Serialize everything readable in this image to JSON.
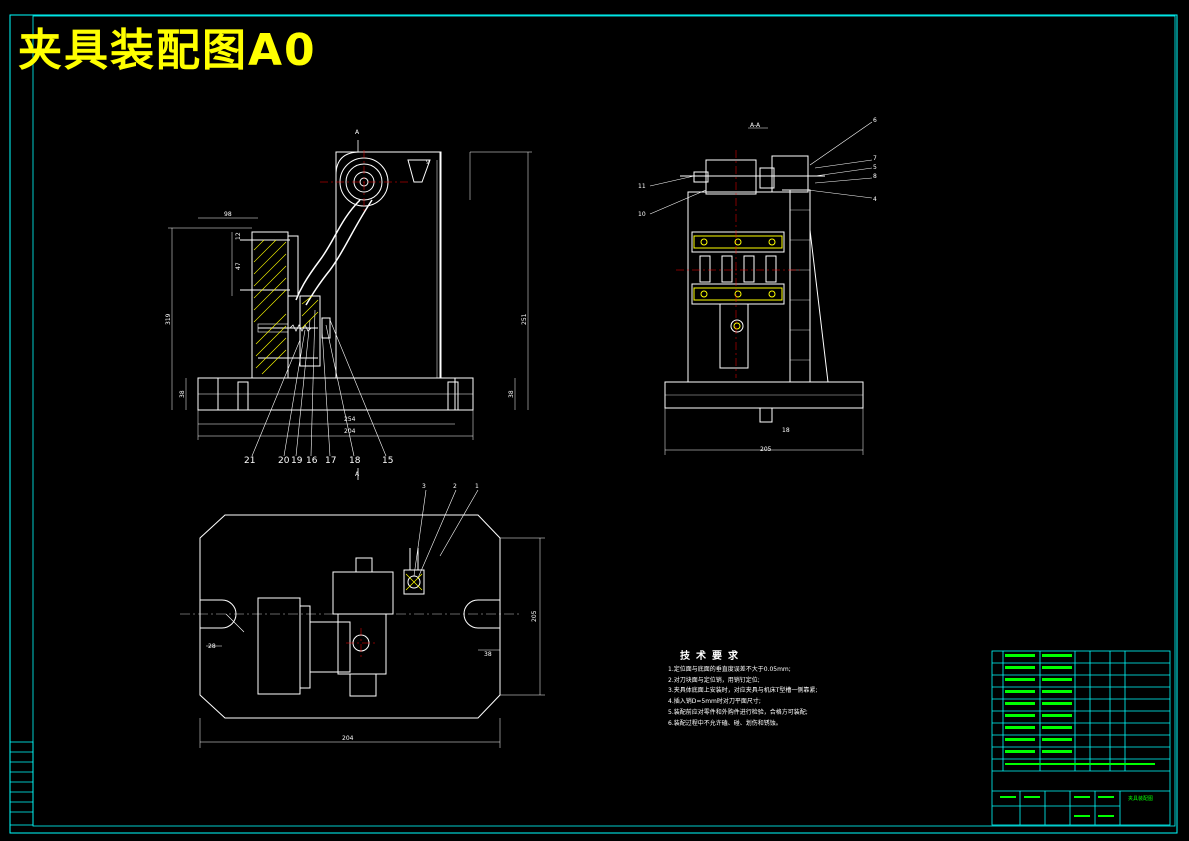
{
  "sheet": {
    "title": "夹具装配图A0",
    "section_label": "A-A",
    "view_marker": "A"
  },
  "callouts": {
    "front_view": [
      "21",
      "20",
      "19",
      "16",
      "17",
      "18",
      "15"
    ],
    "top_view": [
      "3",
      "2",
      "1"
    ],
    "side_view": [
      "6",
      "7",
      "5",
      "8",
      "4",
      "11",
      "10"
    ]
  },
  "dimensions": {
    "front_view": [
      "98",
      "12",
      "47",
      "319",
      "251",
      "38",
      "38",
      "254",
      "204",
      "9"
    ],
    "side_view": [
      "205",
      "18"
    ],
    "top_view": [
      "205",
      "28",
      "204",
      "38"
    ]
  },
  "technical_requirements": {
    "title": "技术要求",
    "items": [
      "1.定位面与底面的垂直度误差不大于0.05mm;",
      "2.对刀块面与定位销，用销钉定位;",
      "3.夹具体底面上安装时，对应夹具与机床T型槽一侧靠紧;",
      "4.插入销D=5mm时对刀平面尺寸;",
      "5.装配前应对零件和外购件进行检验，合格方可装配;",
      "6.装配过程中不允许磕、碰、划伤和锈蚀。"
    ]
  },
  "title_block": {
    "drawing_name": "夹具装配图"
  },
  "colors": {
    "background": "#000000",
    "outline": "#ffffff",
    "title": "#ffff00",
    "centerline": "#ff0000",
    "frame": "#00ffff",
    "hatch_accent": "#ffff00",
    "table_text": "#00ff00"
  }
}
